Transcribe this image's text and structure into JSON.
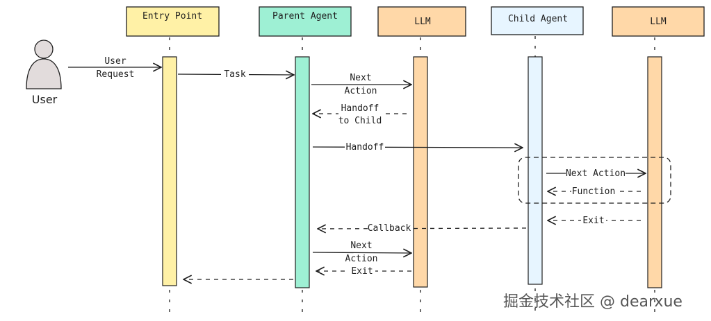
{
  "participants": {
    "user": "User",
    "entry": "Entry Point",
    "parent": "Parent Agent",
    "llm1": "LLM",
    "child": "Child Agent",
    "llm2": "LLM"
  },
  "messages": {
    "user_request_1": "User",
    "user_request_2": "Request",
    "task": "Task",
    "next_action_1a": "Next",
    "next_action_1b": "Action",
    "handoff_child_1": "Handoff",
    "handoff_child_2": "to Child",
    "handoff": "Handoff",
    "child_next_action": "Next Action",
    "child_function": "Function",
    "child_exit": "Exit",
    "callback": "Callback",
    "next_action_2a": "Next",
    "next_action_2b": "Action",
    "parent_exit": "Exit"
  },
  "watermark": "掘金技术社区 @ dearxue",
  "colors": {
    "yellow": "#fff1a6",
    "green": "#9ef0d4",
    "orange": "#ffd8a8",
    "blue": "#e7f5ff",
    "user_fill": "#e2dcdc",
    "stroke": "#1e1e1e"
  }
}
